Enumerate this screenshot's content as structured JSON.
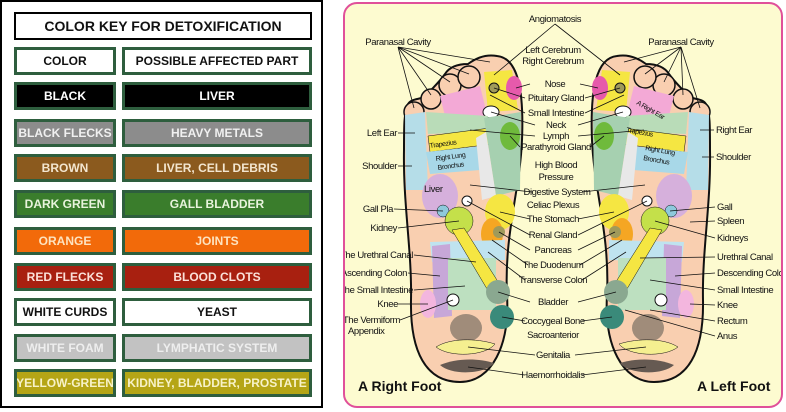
{
  "color_key": {
    "title": "COLOR KEY FOR DETOXIFICATION",
    "header": {
      "color": "COLOR",
      "part": "POSSIBLE AFFECTED PART"
    },
    "rows": [
      {
        "color": "BLACK",
        "part": "LIVER",
        "bg": "#000000",
        "fg": "#ffffff"
      },
      {
        "color": "BLACK FLECKS",
        "part": "HEAVY METALS",
        "bg": "#8c8c8c",
        "fg": "#f0f0f0"
      },
      {
        "color": "BROWN",
        "part": "LIVER, CELL DEBRIS",
        "bg": "#8b5a1e",
        "fg": "#f3e6d0"
      },
      {
        "color": "DARK GREEN",
        "part": "GALL BLADDER",
        "bg": "#3a7d2c",
        "fg": "#e8f3dc"
      },
      {
        "color": "ORANGE",
        "part": "JOINTS",
        "bg": "#f26a0a",
        "fg": "#fde3c0"
      },
      {
        "color": "RED FLECKS",
        "part": "BLOOD CLOTS",
        "bg": "#a82010",
        "fg": "#fbe0d8"
      },
      {
        "color": "WHITE CURDS",
        "part": "YEAST",
        "bg": "#ffffff",
        "fg": "#111111"
      },
      {
        "color": "WHITE FOAM",
        "part": "LYMPHATIC SYSTEM",
        "bg": "#c2c2c2",
        "fg": "#eeeeee"
      },
      {
        "color": "YELLOW-GREEN",
        "part": "KIDNEY, BLADDER, PROSTATE",
        "bg": "#b5a516",
        "fg": "#f7f2c8"
      }
    ]
  },
  "foot_chart": {
    "center_labels": [
      "Angiomatosis",
      "Left Cerebrum",
      "Right Cerebrum",
      "Nose",
      "Pituitary Gland",
      "Small Intestine",
      "Neck",
      "Lymph",
      "Parathyroid Gland",
      "High Blood",
      "Pressure",
      "Digestive System",
      "Celiac Plexus",
      "The Stomach",
      "Renal Gland",
      "Pancreas",
      "The Duodenum",
      "Transverse Colon",
      "Bladder",
      "Coccygeal Bone",
      "Sacroanterior",
      "Genitalia",
      "Haemorrhoidalis"
    ],
    "right_foot": {
      "title": "A Right Foot",
      "labels": [
        "Paranasal Cavity",
        "Left Ear",
        "Shoulder",
        "Liver",
        "Gall Pla",
        "Kidney",
        "The Urethral Canal",
        "Ascending Colon",
        "The Small Intestine",
        "Knee",
        "The Vermiform",
        "Appendix"
      ],
      "inner": [
        "Trapezius",
        "Right Lung",
        "Bronchus"
      ]
    },
    "left_foot": {
      "title": "A Left Foot",
      "labels": [
        "Paranasal Cavity",
        "Right Ear",
        "Shoulder",
        "Gall",
        "Spleen",
        "Kidneys",
        "Urethral Canal",
        "Descending Colon",
        "Small Intestine",
        "Knee",
        "Rectum",
        "Anus"
      ],
      "inner": [
        "Trapezius",
        "Right Lung",
        "Bronchus",
        "A Right Ear"
      ]
    },
    "colors": {
      "border": "#e0509a",
      "background": "#fdfbd0",
      "sole": "#f9cfb0"
    }
  }
}
